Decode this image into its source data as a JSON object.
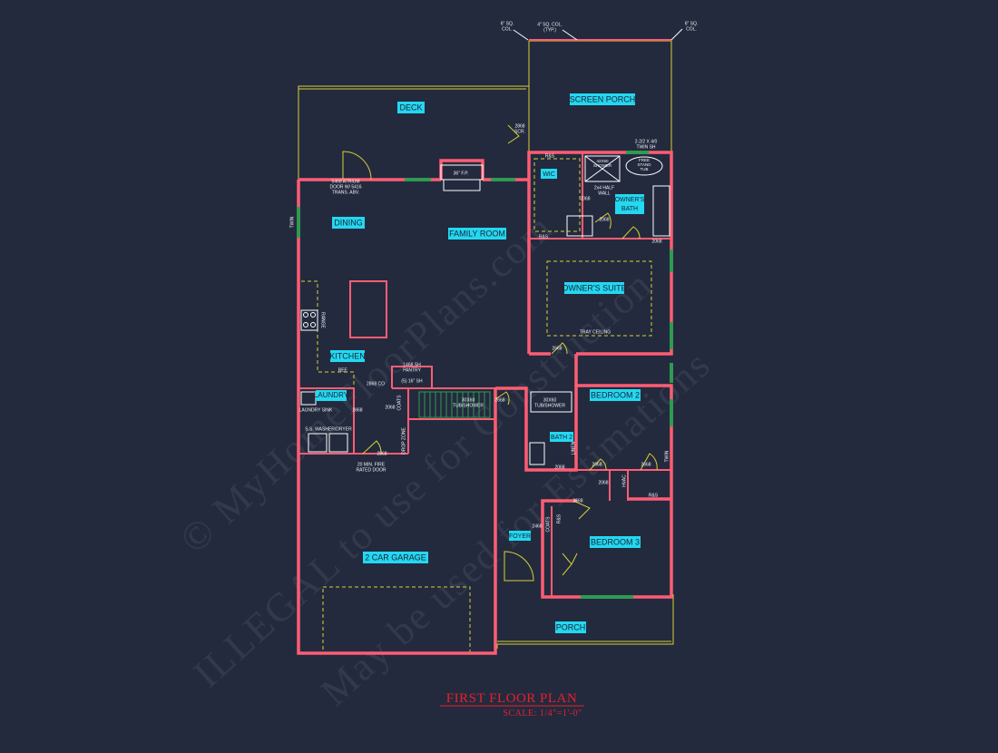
{
  "drawing": {
    "title": "FIRST FLOOR PLAN",
    "scale": "SCALE: 1/4\"=1'-0\""
  },
  "watermark": {
    "line1": "© MyHomeFloorPlans.com",
    "line2": "ILLEGAL to use for Construction",
    "line3": "May be used for Estimations"
  },
  "rooms": {
    "deck": "DECK",
    "screen_porch": "SCREEN PORCH",
    "dining": "DINING",
    "family_room": "FAMILY ROOM",
    "wic": "WIC",
    "owners_bath_1": "OWNER'S",
    "owners_bath_2": "BATH",
    "owners_suite": "OWNER'S SUITE",
    "kitchen": "KITCHEN",
    "laundry": "LAUNDRY",
    "bedroom_2": "BEDROOM 2",
    "bath_2": "BATH 2",
    "bedroom_3": "BEDROOM 3",
    "foyer": "FOYER",
    "garage": "2 CAR GARAGE",
    "porch": "PORCH"
  },
  "notes": {
    "col_left_1": "6\" SQ.",
    "col_left_2": "COL.",
    "col_mid_1": "4\" SQ. COL.",
    "col_mid_2": "(TYP.)",
    "col_right_1": "6\" SQ.",
    "col_right_2": "COL.",
    "door_2868_porch_1": "2868",
    "door_2868_porch_2": "SCR.",
    "atrium_1": "5468 ATRIUM",
    "atrium_2": "DOOR W/ 5416",
    "atrium_3": "TRANS. ABV.",
    "fireplace": "36\" F.P.",
    "twin_1": "2-2/2 X 4/0",
    "twin_2": "TWIN SH",
    "rs_wic_top": "R&S",
    "rs_wic_bottom": "R&S",
    "shower_1": "42X60",
    "shower_2": "SHOWER",
    "tub_1": "FREE",
    "tub_2": "STAND",
    "tub_3": "TUB",
    "half_wall_1": "2x4 HALF",
    "half_wall_2": "WALL",
    "d_wic": "2068",
    "d_wc": "2068",
    "d_bath": "2068",
    "d_suite": "2668",
    "win_twin": "TWIN",
    "range": "RANGE",
    "ref": "REF.",
    "pantry_1": "1468 SH",
    "pantry_2": "PANTRY",
    "sh_5": "(5) 16\" SH",
    "d_2868_co": "2868 CO",
    "d_coats": "COATS",
    "d_2068_laundry": "2068",
    "d_2668_laundry": "2668",
    "laundry_sink": "LAUNDRY SINK",
    "washer_dryer": "S.S. WASHER/DRYER",
    "drop_zone": "DROP ZONE",
    "d_garage": "2868",
    "fire_door_1": "20 MIN. FIRE",
    "fire_door_2": "RATED DOOR",
    "tub_shower_1": "30X60",
    "tub_shower_2": "TUB/SHOWER",
    "tub_shower_b2_1": "30X60",
    "tub_shower_b2_2": "TUB/SHOWER",
    "d_2668_stair": "2668",
    "d_b2_bath": "2068",
    "d_b2": "2668",
    "d_b2_closet": "2668",
    "d_b2_win": "TWIN",
    "linen": "LINEN",
    "d_linen": "2068",
    "hvac": "HVAC",
    "rs_b2": "R&S",
    "d_b3": "2668",
    "d_foyer": "2468",
    "coats_foyer": "COATS",
    "rs_foyer": "R&S",
    "tray": "TRAY CEILING"
  }
}
